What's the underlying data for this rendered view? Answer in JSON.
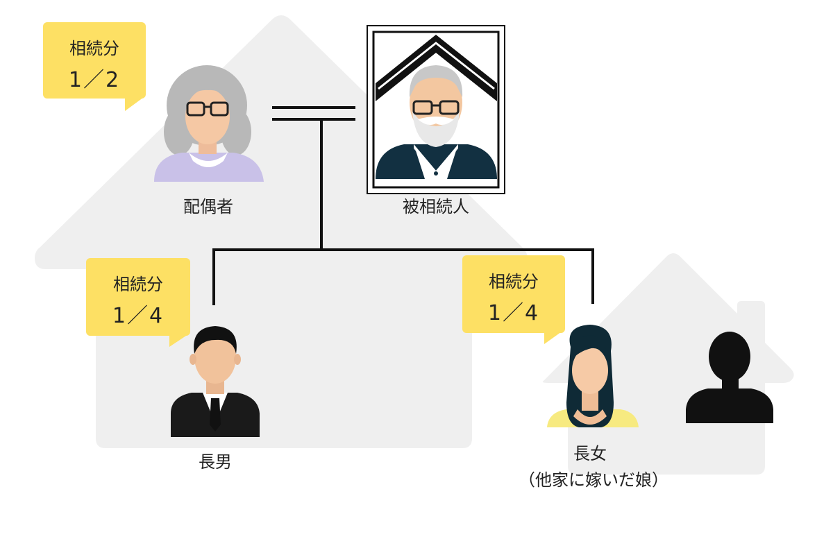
{
  "people": {
    "spouse": {
      "label": "配偶者"
    },
    "deceased": {
      "label": "被相続人"
    },
    "son": {
      "label": "長男"
    },
    "daughter": {
      "label": "長女",
      "note": "（他家に嫁いだ娘）"
    }
  },
  "shares": {
    "spouse": {
      "title": "相続分",
      "value": "1／2"
    },
    "son": {
      "title": "相続分",
      "value": "1／4"
    },
    "daughter": {
      "title": "相続分",
      "value": "1／4"
    }
  },
  "colors": {
    "house": "#efefef",
    "bubble": "#fde064",
    "line": "#111111"
  }
}
